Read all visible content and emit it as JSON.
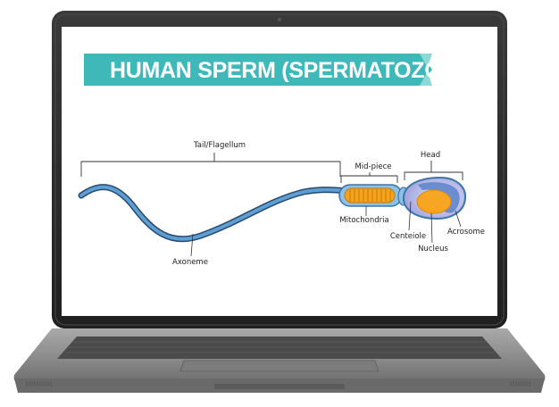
{
  "title": "HUMAN SPERM (SPERMATOZOA)",
  "labels": {
    "tail": "Tail/Flagellum",
    "midpiece": "Mid-piece",
    "head": "Head",
    "mitochondria": "Mitochondria",
    "centeiole": "Centeiole",
    "nucleus": "Nucleus",
    "acrosome": "Acrosome",
    "axoneme": "Axoneme"
  },
  "colors": {
    "banner": "#3fb8b9",
    "tail": "#3e74a8",
    "mitochondria": "#f7a21b",
    "nucleus": "#f6a623",
    "head_outer": "#c7c9ef",
    "laptop_frame": "#2a2a2a",
    "laptop_base": "#8f8f8f"
  }
}
